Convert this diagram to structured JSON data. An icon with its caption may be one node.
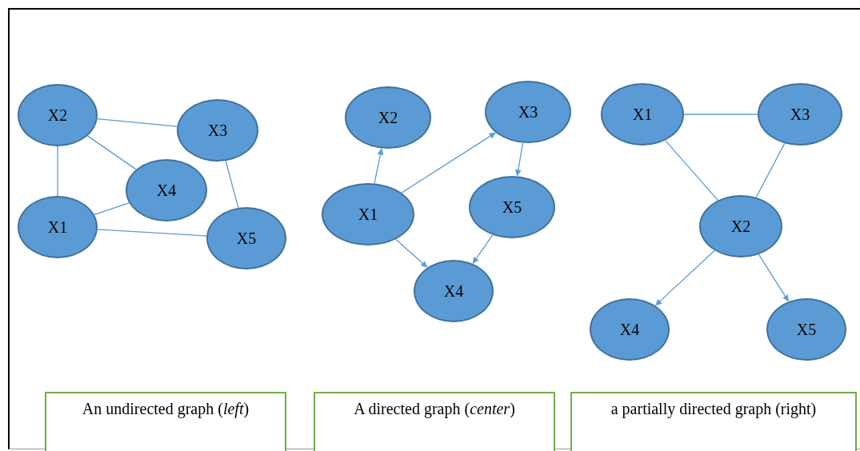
{
  "diagram": {
    "nodes": [
      {
        "text": [
          "X2"
        ]
      },
      {
        "text": [
          "X3"
        ]
      },
      {
        "text": [
          "X4"
        ]
      },
      {
        "text": [
          "X1"
        ]
      },
      {
        "text": [
          "X5"
        ]
      },
      {
        "text": [
          "X2"
        ]
      },
      {
        "text": [
          "X3"
        ]
      },
      {
        "text": [
          "X1"
        ]
      },
      {
        "text": [
          "X5"
        ]
      },
      {
        "text": [
          "X4"
        ]
      },
      {
        "text": [
          "X1"
        ]
      },
      {
        "text": [
          "X3"
        ]
      },
      {
        "text": [
          "X2"
        ]
      },
      {
        "text": [
          "X4"
        ]
      },
      {
        "text": [
          "X5"
        ]
      },
      {
        "text": [
          "An undirected graph (*left*)"
        ]
      },
      {
        "text": [
          "A directed graph (*center*)"
        ]
      },
      {
        "text": [
          "a partially directed graph (right)"
        ]
      }
    ],
    "edges": [
      {
        "from": 0,
        "to": 1,
        "arrow": "none"
      },
      {
        "from": 0,
        "to": 2,
        "arrow": "none"
      },
      {
        "from": 0,
        "to": 3,
        "arrow": "none"
      },
      {
        "from": 3,
        "to": 2,
        "arrow": "none"
      },
      {
        "from": 3,
        "to": 4,
        "arrow": "none"
      },
      {
        "from": 1,
        "to": 4,
        "arrow": "none"
      },
      {
        "from": 7,
        "to": 5,
        "arrow": "to"
      },
      {
        "from": 7,
        "to": 6,
        "arrow": "to"
      },
      {
        "from": 6,
        "to": 8,
        "arrow": "to"
      },
      {
        "from": 7,
        "to": 9,
        "arrow": "to"
      },
      {
        "from": 8,
        "to": 9,
        "arrow": "to"
      },
      {
        "from": 10,
        "to": 11,
        "arrow": "none"
      },
      {
        "from": 10,
        "to": 12,
        "arrow": "none"
      },
      {
        "from": 11,
        "to": 12,
        "arrow": "none"
      },
      {
        "from": 12,
        "to": 13,
        "arrow": "to"
      },
      {
        "from": 12,
        "to": 14,
        "arrow": "to"
      }
    ]
  }
}
